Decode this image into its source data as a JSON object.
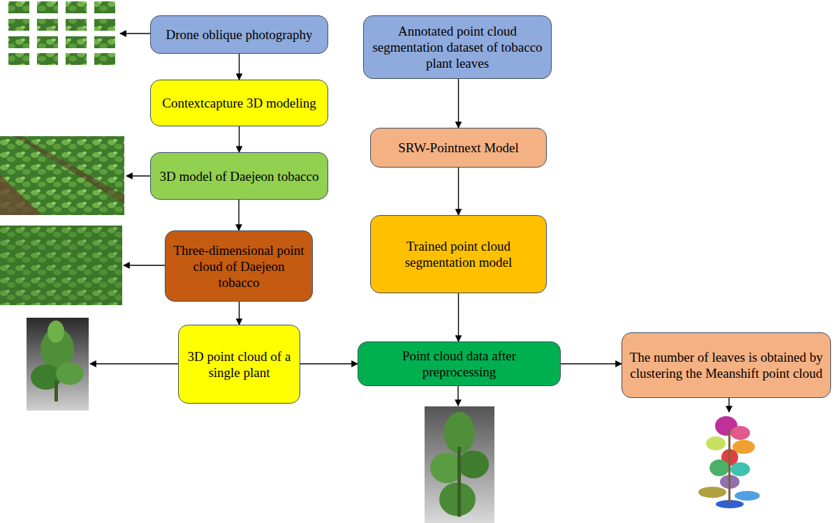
{
  "diagram": {
    "nodes": [
      {
        "text": [
          "Drone oblique photography"
        ]
      },
      {
        "text": [
          "Contextcapture 3D modeling"
        ]
      },
      {
        "text": [
          "3D model of Daejeon tobacco"
        ]
      },
      {
        "text": [
          "Three-dimensional point cloud of Daejeon tobacco"
        ]
      },
      {
        "text": [
          "3D point cloud of a single plant"
        ]
      },
      {
        "text": [
          "Annotated point cloud segmentation dataset of tobacco plant leaves"
        ]
      },
      {
        "text": [
          "SRW-Pointnext Model"
        ]
      },
      {
        "text": [
          "Trained point cloud segmentation model"
        ]
      },
      {
        "text": [
          "Point cloud data after preprocessing"
        ]
      },
      {
        "text": [
          "The number of leaves is obtained by clustering the Meanshift point cloud"
        ]
      }
    ],
    "edges": [
      {
        "from": 0,
        "to": 1,
        "arrow": "to"
      },
      {
        "from": 1,
        "to": 2,
        "arrow": "to"
      },
      {
        "from": 2,
        "to": 3,
        "arrow": "to"
      },
      {
        "from": 3,
        "to": 4,
        "arrow": "to"
      },
      {
        "from": 5,
        "to": 6,
        "arrow": "to"
      },
      {
        "from": 6,
        "to": 7,
        "arrow": "to"
      },
      {
        "from": 7,
        "to": 8,
        "arrow": "to"
      },
      {
        "from": 4,
        "to": 8,
        "arrow": "to"
      },
      {
        "from": 8,
        "to": 9,
        "arrow": "to"
      }
    ]
  }
}
